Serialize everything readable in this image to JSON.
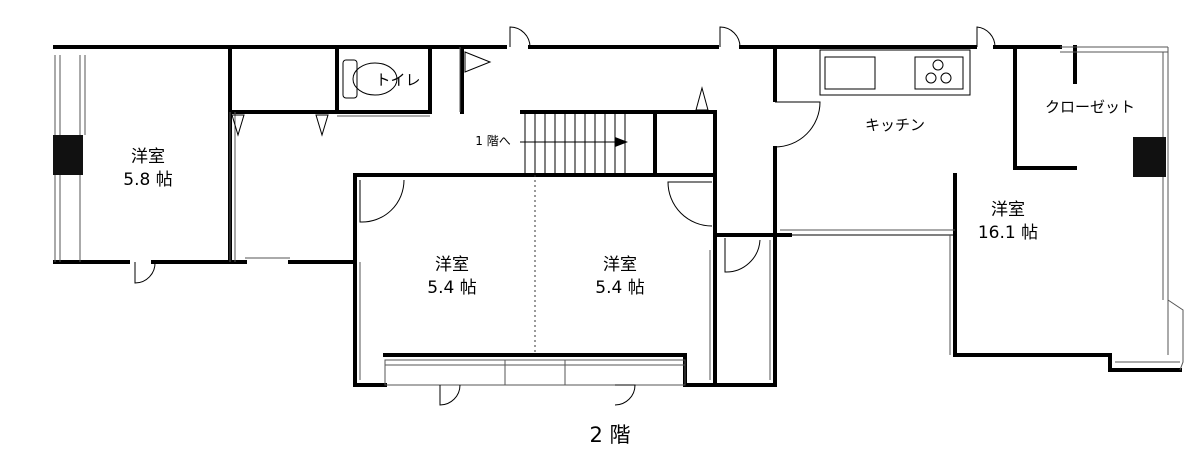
{
  "rooms": {
    "west_bedroom": {
      "name": "洋室",
      "size": "5.8 帖"
    },
    "toilet": {
      "name": "トイレ"
    },
    "center_left": {
      "name": "洋室",
      "size": "5.4 帖"
    },
    "center_right": {
      "name": "洋室",
      "size": "5.4 帖"
    },
    "kitchen": {
      "name": "キッチン"
    },
    "closet": {
      "name": "クローゼット"
    },
    "east_bedroom": {
      "name": "洋室",
      "size": "16.1 帖"
    }
  },
  "stairs": {
    "label": "1 階へ"
  },
  "floor": {
    "label": "2 階"
  }
}
